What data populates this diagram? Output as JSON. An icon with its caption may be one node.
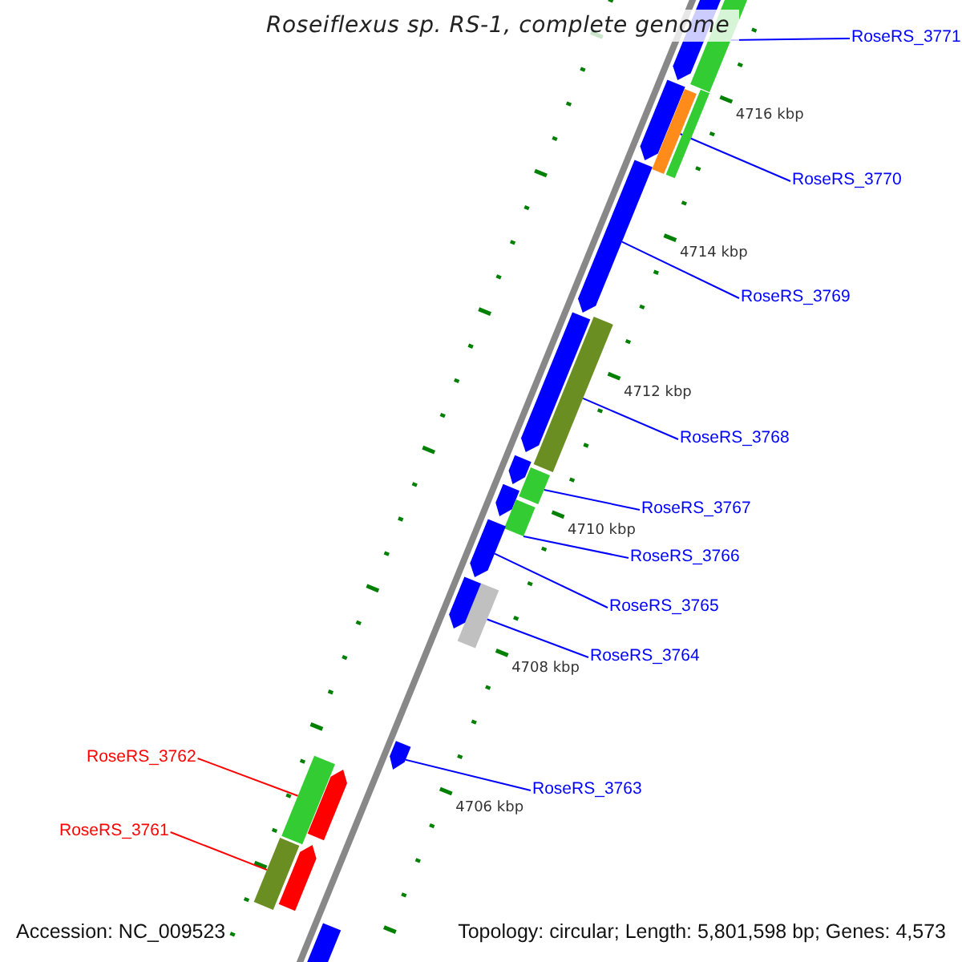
{
  "diagram": {
    "title": "Roseiflexus sp. RS-1, complete genome",
    "nodes": [
      {
        "text": [
          "RoseRS_3771"
        ]
      },
      {
        "text": [
          "RoseRS_3770"
        ]
      },
      {
        "text": [
          "RoseRS_3769"
        ]
      },
      {
        "text": [
          "RoseRS_3768"
        ]
      },
      {
        "text": [
          "RoseRS_3767"
        ]
      },
      {
        "text": [
          "RoseRS_3766"
        ]
      },
      {
        "text": [
          "RoseRS_3765"
        ]
      },
      {
        "text": [
          "RoseRS_3764"
        ]
      },
      {
        "text": [
          "RoseRS_3762"
        ]
      },
      {
        "text": [
          "RoseRS_3763"
        ]
      },
      {
        "text": [
          "RoseRS_3761"
        ]
      },
      {
        "text": [],
        "shape": "bar"
      },
      {
        "text": [],
        "shape": "bar"
      },
      {
        "text": [],
        "shape": "bar"
      },
      {
        "text": [],
        "shape": "bar"
      },
      {
        "text": [],
        "shape": "bar"
      },
      {
        "text": [],
        "shape": "bar"
      },
      {
        "text": [],
        "shape": "bar"
      },
      {
        "text": [],
        "shape": "bar"
      },
      {
        "text": [],
        "shape": "bar"
      },
      {
        "text": [],
        "shape": "bar"
      },
      {
        "text": [],
        "shape": "bar"
      },
      {
        "text": [],
        "shape": "bar"
      },
      {
        "text": [],
        "shape": "bar"
      },
      {
        "text": [],
        "shape": "bar"
      },
      {
        "text": [],
        "shape": "bar"
      },
      {
        "text": [],
        "shape": "bar"
      },
      {
        "text": [],
        "shape": "bar"
      },
      {
        "text": [],
        "shape": "bar"
      },
      {
        "text": [],
        "shape": "bar"
      },
      {
        "text": [],
        "shape": "bar"
      },
      {
        "text": [],
        "shape": "bar"
      }
    ],
    "edges": [
      {
        "from": 0,
        "to": 12,
        "arrow": "none"
      },
      {
        "from": 1,
        "to": 14,
        "arrow": "none"
      },
      {
        "from": 2,
        "to": 16,
        "arrow": "none"
      },
      {
        "from": 3,
        "to": 18,
        "arrow": "none"
      },
      {
        "from": 4,
        "to": 20,
        "arrow": "none"
      },
      {
        "from": 5,
        "to": 22,
        "arrow": "none"
      },
      {
        "from": 6,
        "to": 23,
        "arrow": "none"
      },
      {
        "from": 7,
        "to": 25,
        "arrow": "none"
      },
      {
        "from": 8,
        "to": 27,
        "arrow": "none",
        "color": "#ff0000"
      },
      {
        "from": 9,
        "to": 26,
        "arrow": "none"
      },
      {
        "from": 10,
        "to": 29,
        "arrow": "none",
        "color": "#ff0000"
      }
    ],
    "labels": [
      "4716 kbp",
      "4714 kbp",
      "4712 kbp",
      "4710 kbp",
      "4708 kbp",
      "4706 kbp",
      "Accession: NC_009523",
      "Topology: circular; Length: 5,801,598 bp; Genes: 4,573"
    ]
  }
}
